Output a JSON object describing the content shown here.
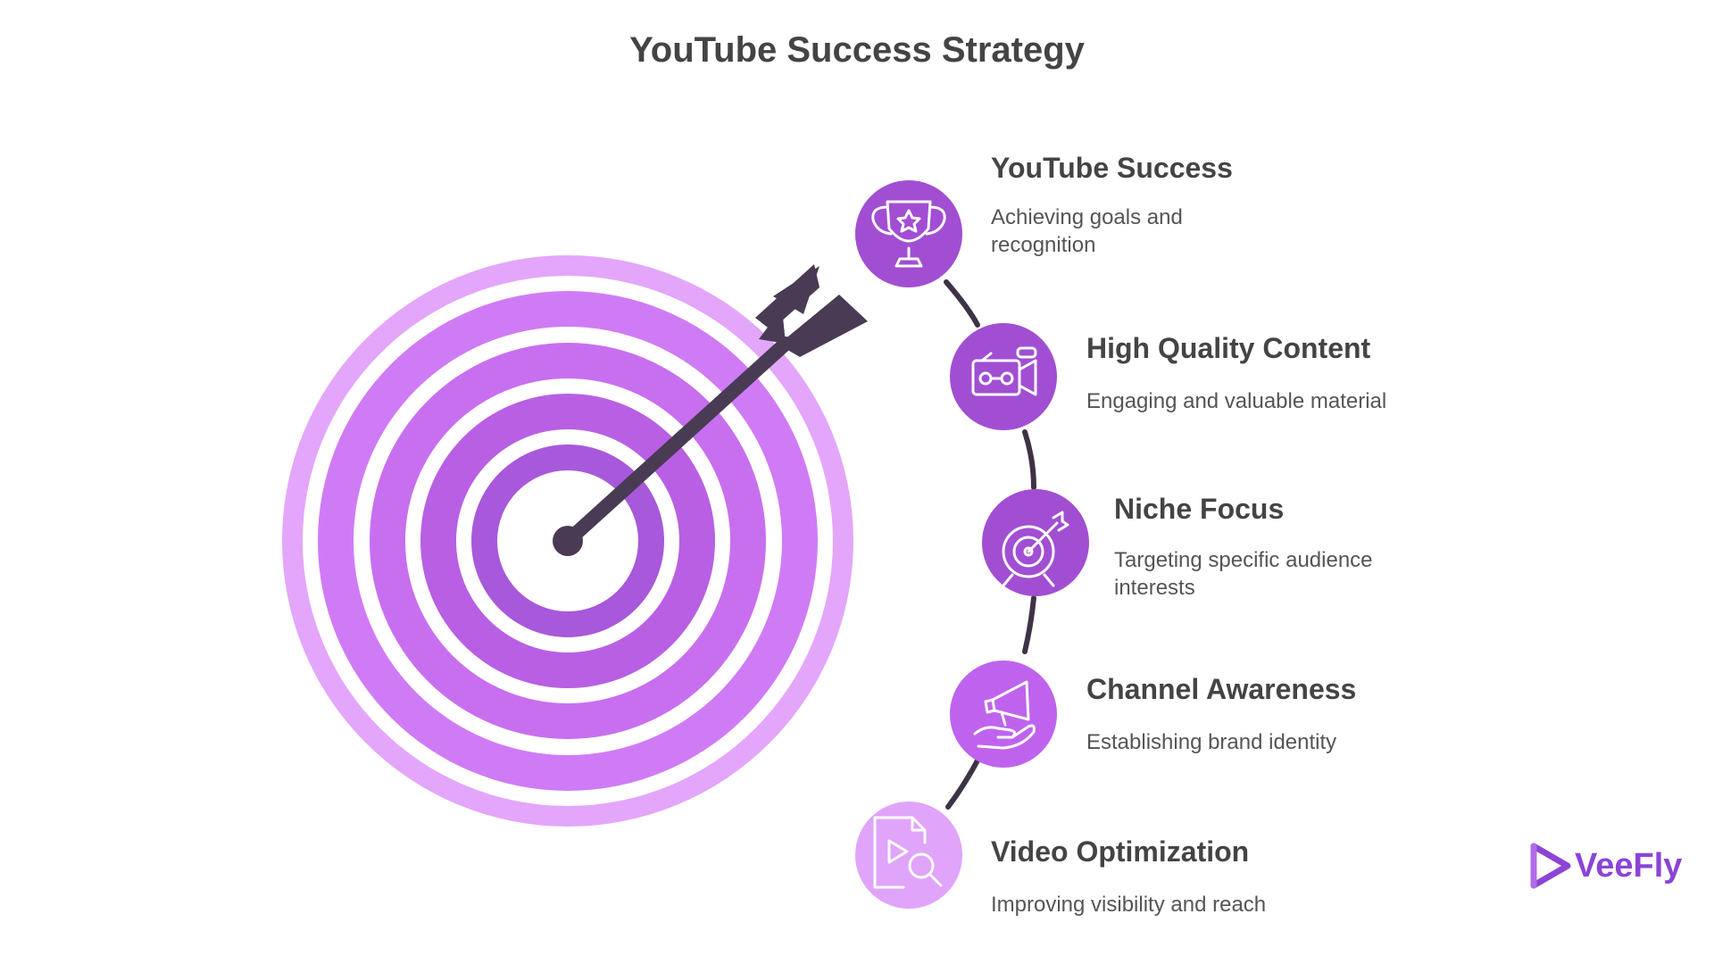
{
  "title": "YouTube Success Strategy",
  "colors": {
    "ring_outer": "#e3a6fb",
    "ring_mid": "#d07bf6",
    "ring_inner": "#b85fe4",
    "center": "#9f50d2",
    "arrow": "#4a3b54",
    "connector": "#3e3346",
    "brand": "#8b44d6"
  },
  "steps": [
    {
      "icon": "trophy-icon",
      "title": "YouTube Success",
      "description": "Achieving goals and recognition"
    },
    {
      "icon": "video-camera-icon",
      "title": "High Quality Content",
      "description": "Engaging and valuable material"
    },
    {
      "icon": "target-arrow-icon",
      "title": "Niche Focus",
      "description": "Targeting specific audience interests"
    },
    {
      "icon": "megaphone-hand-icon",
      "title": "Channel Awareness",
      "description": "Establishing brand identity"
    },
    {
      "icon": "video-search-icon",
      "title": "Video Optimization",
      "description": "Improving visibility and reach"
    }
  ],
  "brand": {
    "name": "VeeFly",
    "icon": "veefly-logo-icon"
  }
}
